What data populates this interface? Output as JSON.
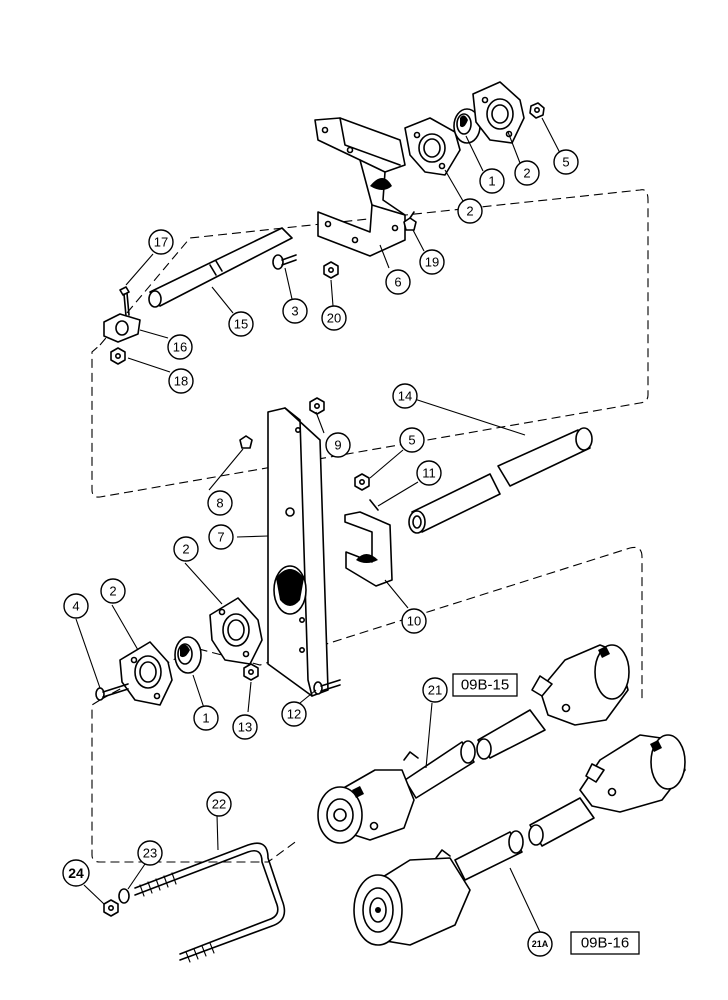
{
  "callouts": {
    "c1a": "1",
    "c1b": "1",
    "c2a": "2",
    "c2b": "2",
    "c2c": "2",
    "c2d": "2",
    "c3": "3",
    "c4": "4",
    "c5a": "5",
    "c5b": "5",
    "c6": "6",
    "c7": "7",
    "c8": "8",
    "c9": "9",
    "c10": "10",
    "c11": "11",
    "c12": "12",
    "c13": "13",
    "c14": "14",
    "c15": "15",
    "c16": "16",
    "c17": "17",
    "c18": "18",
    "c19": "19",
    "c20": "20",
    "c21": "21",
    "c21a": "21A",
    "c22": "22",
    "c23": "23",
    "c24": "24"
  },
  "reference_boxes": {
    "upper": "09B-15",
    "lower": "09B-16"
  }
}
